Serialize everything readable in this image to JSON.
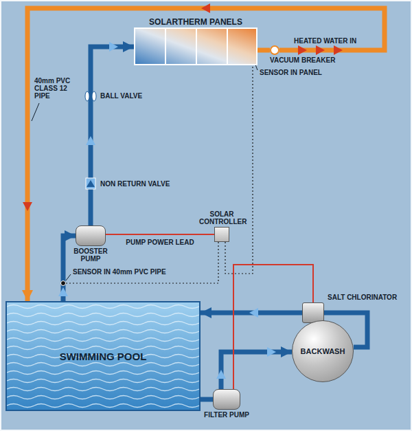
{
  "diagram": {
    "nodes": [
      {
        "text": [
          "SOLARTHERM PANELS"
        ]
      },
      {
        "text": [
          "VACUUM BREAKER"
        ]
      },
      {
        "text": [
          "BOOSTER PUMP"
        ]
      },
      {
        "text": [
          "SOLAR CONTROLLER"
        ]
      },
      {
        "text": [
          "SALT CHLORINATOR"
        ]
      },
      {
        "text": [
          "SWIMMING POOL"
        ]
      },
      {
        "text": [
          "BACKWASH"
        ]
      },
      {
        "text": [
          "FILTER PUMP"
        ]
      }
    ],
    "edges": [
      {
        "from": 0,
        "to": 1,
        "arrow": "none"
      },
      {
        "from": 1,
        "to": 5,
        "arrow": "to"
      },
      {
        "from": 5,
        "to": 2,
        "arrow": "to"
      },
      {
        "from": 2,
        "to": 0,
        "arrow": "to"
      },
      {
        "from": 2,
        "to": 3,
        "label": "PUMP POWER LEAD",
        "arrow": "none"
      },
      {
        "from": 5,
        "to": 7,
        "arrow": "none"
      },
      {
        "from": 7,
        "to": 6,
        "arrow": "to"
      },
      {
        "from": 6,
        "to": 4,
        "arrow": "none"
      },
      {
        "from": 4,
        "to": 5,
        "arrow": "to"
      },
      {
        "from": 7,
        "to": 4,
        "arrow": "none"
      }
    ],
    "labels": [
      "HEATED WATER IN",
      "SENSOR IN PANEL",
      "40mm PVC CLASS 12 PIPE",
      "BALL VALVE",
      "NON RETURN VALVE",
      "SENSOR IN 40mm PVC PIPE"
    ]
  }
}
